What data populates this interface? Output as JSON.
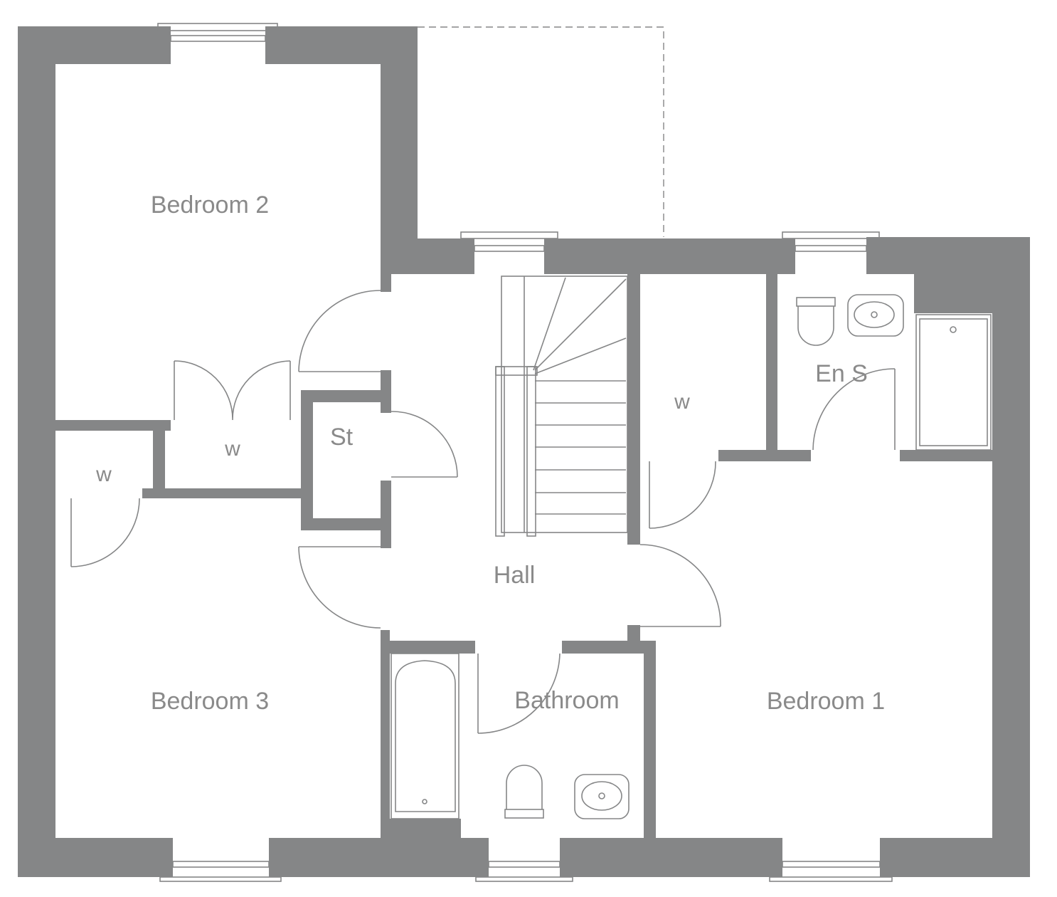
{
  "colors": {
    "wall": "#858687",
    "label": "#8a8a8a",
    "background": "#ffffff"
  },
  "rooms": [
    {
      "id": "bedroom-2",
      "label": "Bedroom 2"
    },
    {
      "id": "wardrobe-bedroom-2",
      "label": "w"
    },
    {
      "id": "wardrobe-bedroom-3",
      "label": "w"
    },
    {
      "id": "storage",
      "label": "St"
    },
    {
      "id": "wardrobe-bedroom-1",
      "label": "w"
    },
    {
      "id": "ensuite",
      "label": "En S"
    },
    {
      "id": "hall",
      "label": "Hall"
    },
    {
      "id": "bathroom",
      "label": "Bathroom"
    },
    {
      "id": "bedroom-3",
      "label": "Bedroom 3"
    },
    {
      "id": "bedroom-1",
      "label": "Bedroom 1"
    }
  ]
}
